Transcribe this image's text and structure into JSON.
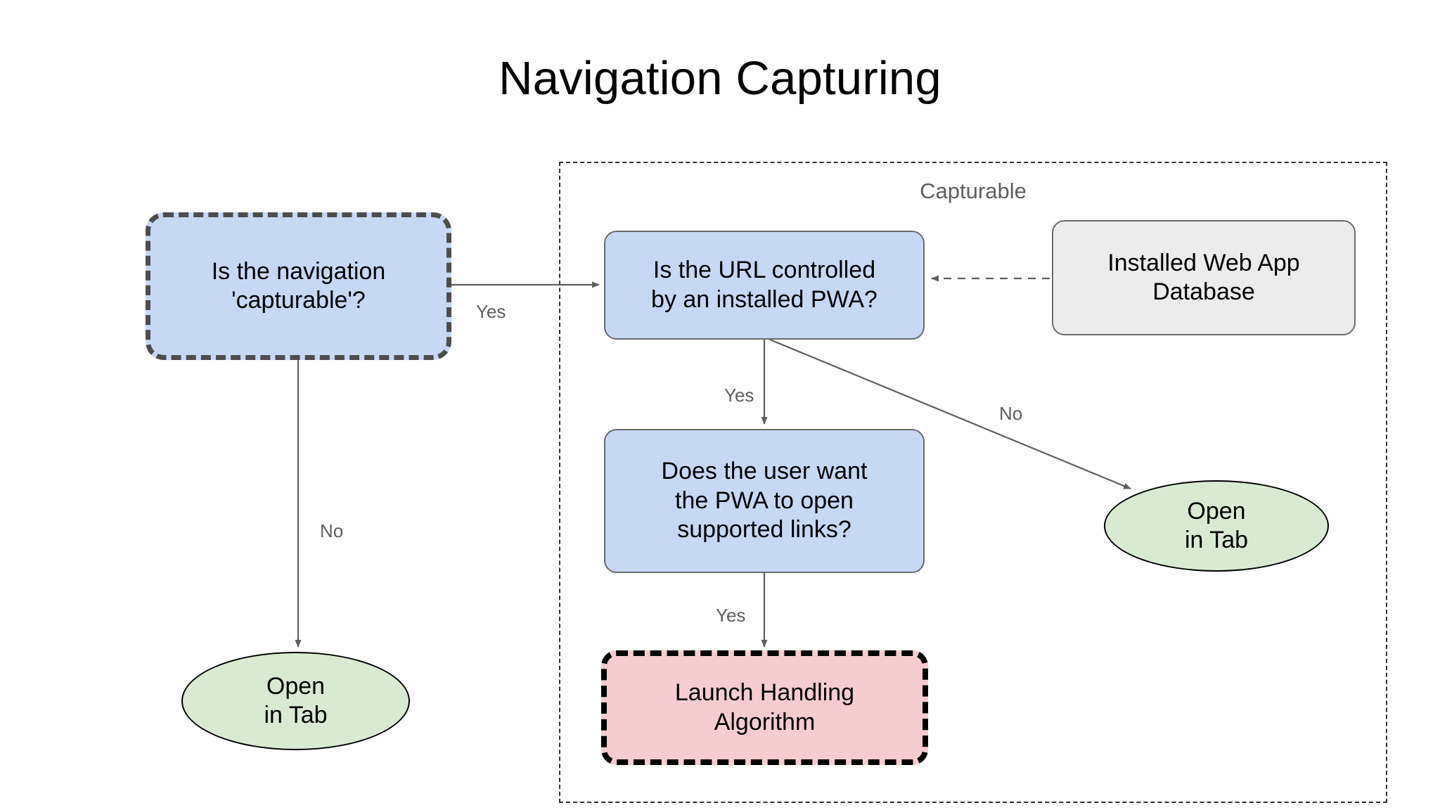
{
  "page": {
    "title": "Navigation Capturing",
    "background": "#ffffff"
  },
  "colors": {
    "decision_fill": "#c7d8f5",
    "terminal_fill": "#d9ead3",
    "highlight_fill": "#f5ccd0",
    "data_fill": "#ececec",
    "edge_stroke": "#5f5f5f",
    "group_stroke": "#333333",
    "dashed_node_stroke": "#4d4d4d",
    "label_text": "#5f5f5f"
  },
  "group": {
    "label": "Capturable",
    "style": "dashed"
  },
  "nodes": [
    {
      "id": "is-capturable",
      "label": "Is the navigation\n'capturable'?",
      "shape": "rounded-rect",
      "style": "blue-dashed"
    },
    {
      "id": "url-controlled",
      "label": "Is the URL controlled\nby an installed PWA?",
      "shape": "rounded-rect",
      "style": "blue"
    },
    {
      "id": "installed-db",
      "label": "Installed Web App\nDatabase",
      "shape": "rounded-rect",
      "style": "gray"
    },
    {
      "id": "user-want",
      "label": "Does the user want\nthe PWA to open\nsupported links?",
      "shape": "rounded-rect",
      "style": "blue"
    },
    {
      "id": "launch-handling",
      "label": "Launch Handling\nAlgorithm",
      "shape": "rounded-rect",
      "style": "pink-dashed"
    },
    {
      "id": "open-in-tab-left",
      "label": "Open\nin Tab",
      "shape": "ellipse",
      "style": "green"
    },
    {
      "id": "open-in-tab-right",
      "label": "Open\nin Tab",
      "shape": "ellipse",
      "style": "green"
    }
  ],
  "edges": [
    {
      "id": "e1",
      "from": "is-capturable",
      "to": "url-controlled",
      "label": "Yes",
      "style": "solid"
    },
    {
      "id": "e2",
      "from": "is-capturable",
      "to": "open-in-tab-left",
      "label": "No",
      "style": "solid"
    },
    {
      "id": "e3",
      "from": "url-controlled",
      "to": "user-want",
      "label": "Yes",
      "style": "solid"
    },
    {
      "id": "e4",
      "from": "url-controlled",
      "to": "open-in-tab-right",
      "label": "No",
      "style": "solid"
    },
    {
      "id": "e5",
      "from": "user-want",
      "to": "launch-handling",
      "label": "Yes",
      "style": "solid"
    },
    {
      "id": "e6",
      "from": "installed-db",
      "to": "url-controlled",
      "label": "",
      "style": "dashed"
    }
  ],
  "edge_labels": {
    "yes_capturable": "Yes",
    "no_capturable": "No",
    "yes_url_controlled": "Yes",
    "no_url_controlled": "No",
    "yes_user_want": "Yes"
  }
}
